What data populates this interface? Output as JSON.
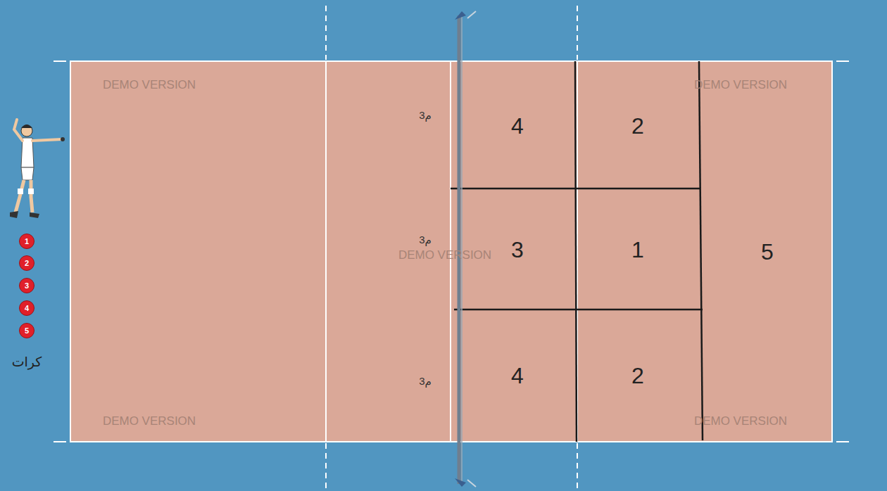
{
  "diagram": {
    "nodes": [
      {
        "text": [
          "1"
        ]
      },
      {
        "text": [
          "2"
        ]
      },
      {
        "text": [
          "3"
        ]
      },
      {
        "text": [
          "4"
        ]
      },
      {
        "text": [
          "5"
        ]
      },
      {
        "text": [
          "4"
        ]
      },
      {
        "text": [
          "2"
        ]
      },
      {
        "text": [
          "3"
        ]
      },
      {
        "text": [
          "1"
        ]
      },
      {
        "text": [
          "5"
        ]
      },
      {
        "text": [
          "4"
        ]
      },
      {
        "text": [
          "2"
        ]
      }
    ],
    "labels": [
      "3م",
      "3م",
      "3م",
      "DEMO VERSION",
      "DEMO VERSION",
      "DEMO VERSION",
      "DEMO VERSION",
      "DEMO VERSION",
      "كرات"
    ]
  }
}
